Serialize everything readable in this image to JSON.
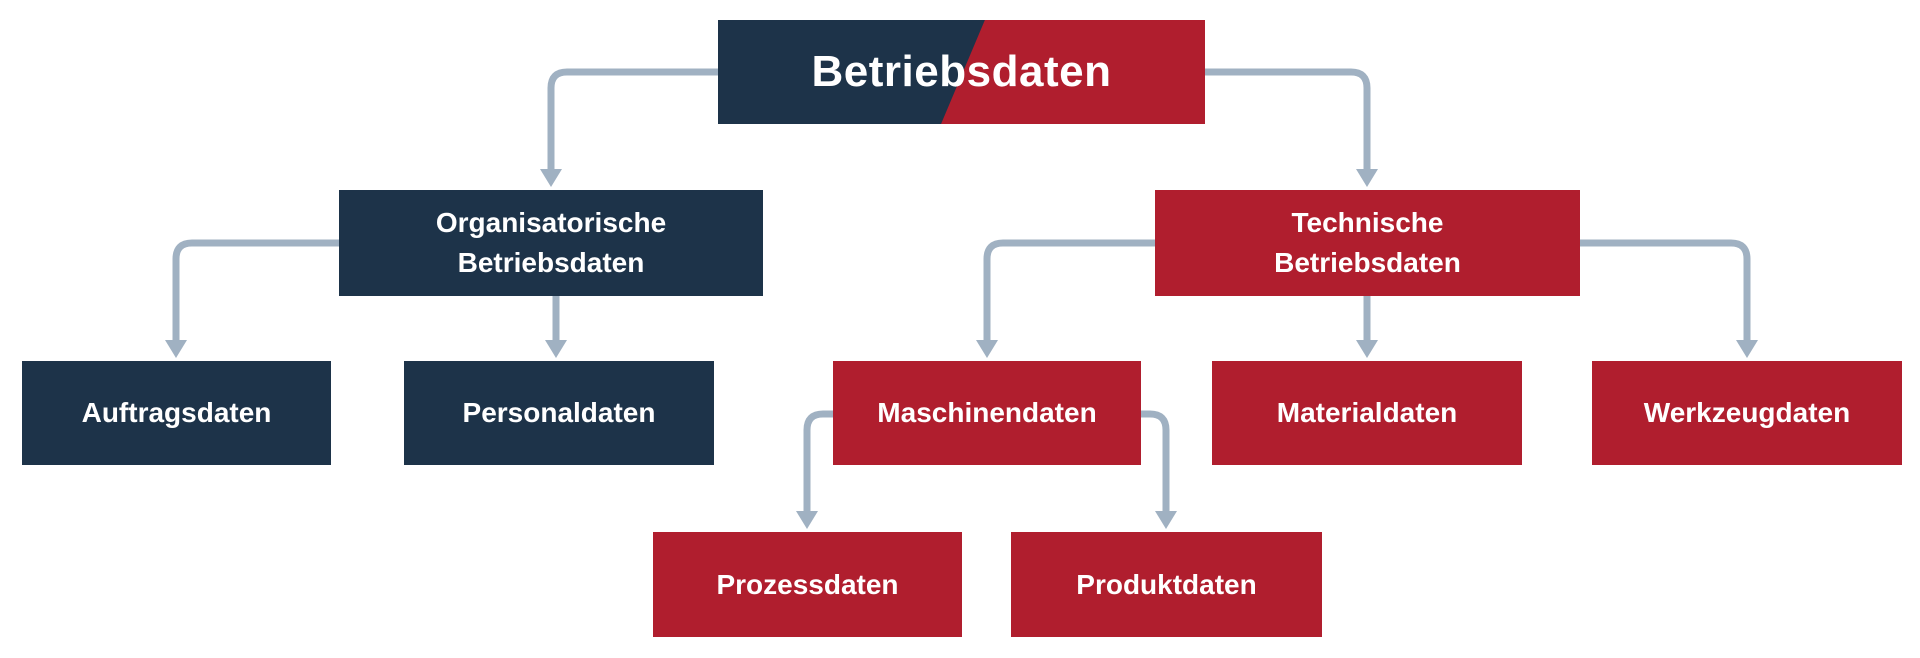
{
  "diagram": {
    "type": "hierarchy-tree",
    "background": "#ffffff",
    "colors": {
      "navy": "#1d3349",
      "red": "#b01e2e",
      "arrow": "#a0b1c2",
      "label_text": "#ffffff"
    },
    "nodes": {
      "betriebsdaten": {
        "label": "Betriebsdaten",
        "color_left": "#1d3349",
        "color_right": "#b01e2e"
      },
      "organisatorische": {
        "line1": "Organisatorische",
        "line2": "Betriebsdaten",
        "color": "#1d3349"
      },
      "technische": {
        "line1": "Technische",
        "line2": "Betriebsdaten",
        "color": "#b01e2e"
      },
      "auftragsdaten": {
        "label": "Auftragsdaten",
        "color": "#1d3349"
      },
      "personaldaten": {
        "label": "Personaldaten",
        "color": "#1d3349"
      },
      "maschinendaten": {
        "label": "Maschinendaten",
        "color": "#b01e2e"
      },
      "materialdaten": {
        "label": "Materialdaten",
        "color": "#b01e2e"
      },
      "werkzeugdaten": {
        "label": "Werkzeugdaten",
        "color": "#b01e2e"
      },
      "prozessdaten": {
        "label": "Prozessdaten",
        "color": "#b01e2e"
      },
      "produktdaten": {
        "label": "Produktdaten",
        "color": "#b01e2e"
      }
    },
    "edges": [
      {
        "from": "betriebsdaten",
        "to": "organisatorische"
      },
      {
        "from": "betriebsdaten",
        "to": "technische"
      },
      {
        "from": "organisatorische",
        "to": "auftragsdaten"
      },
      {
        "from": "organisatorische",
        "to": "personaldaten"
      },
      {
        "from": "technische",
        "to": "maschinendaten"
      },
      {
        "from": "technische",
        "to": "materialdaten"
      },
      {
        "from": "technische",
        "to": "werkzeugdaten"
      },
      {
        "from": "maschinendaten",
        "to": "prozessdaten"
      },
      {
        "from": "maschinendaten",
        "to": "produktdaten"
      }
    ]
  }
}
